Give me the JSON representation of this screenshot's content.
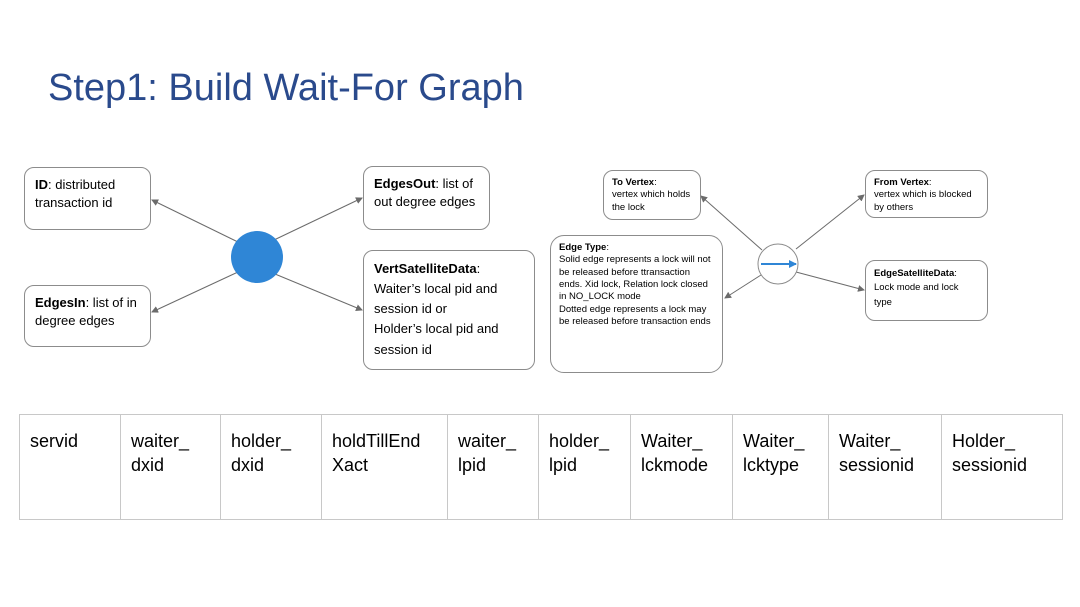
{
  "title": "Step1: Build Wait-For Graph",
  "vertex": {
    "id_label": "ID",
    "id_text": ": distributed transaction id",
    "edges_in_label": "EdgesIn",
    "edges_in_text": ": list of in degree edges",
    "edges_out_label": "EdgesOut",
    "edges_out_text": ": list of out degree edges",
    "sat_label": "VertSatelliteData",
    "sat_text": ":\nWaiter’s local pid and session id or\nHolder’s local pid and session id",
    "circle_color": "#2f86d6"
  },
  "edge": {
    "to_label": "To Vertex",
    "to_text": ":\nvertex which holds the lock",
    "from_label": "From Vertex",
    "from_text": ":\nvertex which is blocked by others",
    "type_label": "Edge Type",
    "type_text": ":\nSolid edge represents a lock will not be released before ttransaction ends. Xid lock, Relation lock closed in NO_LOCK mode\nDotted edge represents a lock may be released before transaction ends",
    "sat_label": "EdgeSatelliteData",
    "sat_text": ":\nLock mode and lock type",
    "arrow_color": "#2f86d6"
  },
  "columns": [
    "servid",
    "waiter_\ndxid",
    "holder_\ndxid",
    "holdTillEnd\nXact",
    "waiter_\nlpid",
    "holder_\nlpid",
    "Waiter_\nlckmode",
    "Waiter_\nlcktype",
    "Waiter_\nsessionid",
    "Holder_\nsessionid"
  ]
}
